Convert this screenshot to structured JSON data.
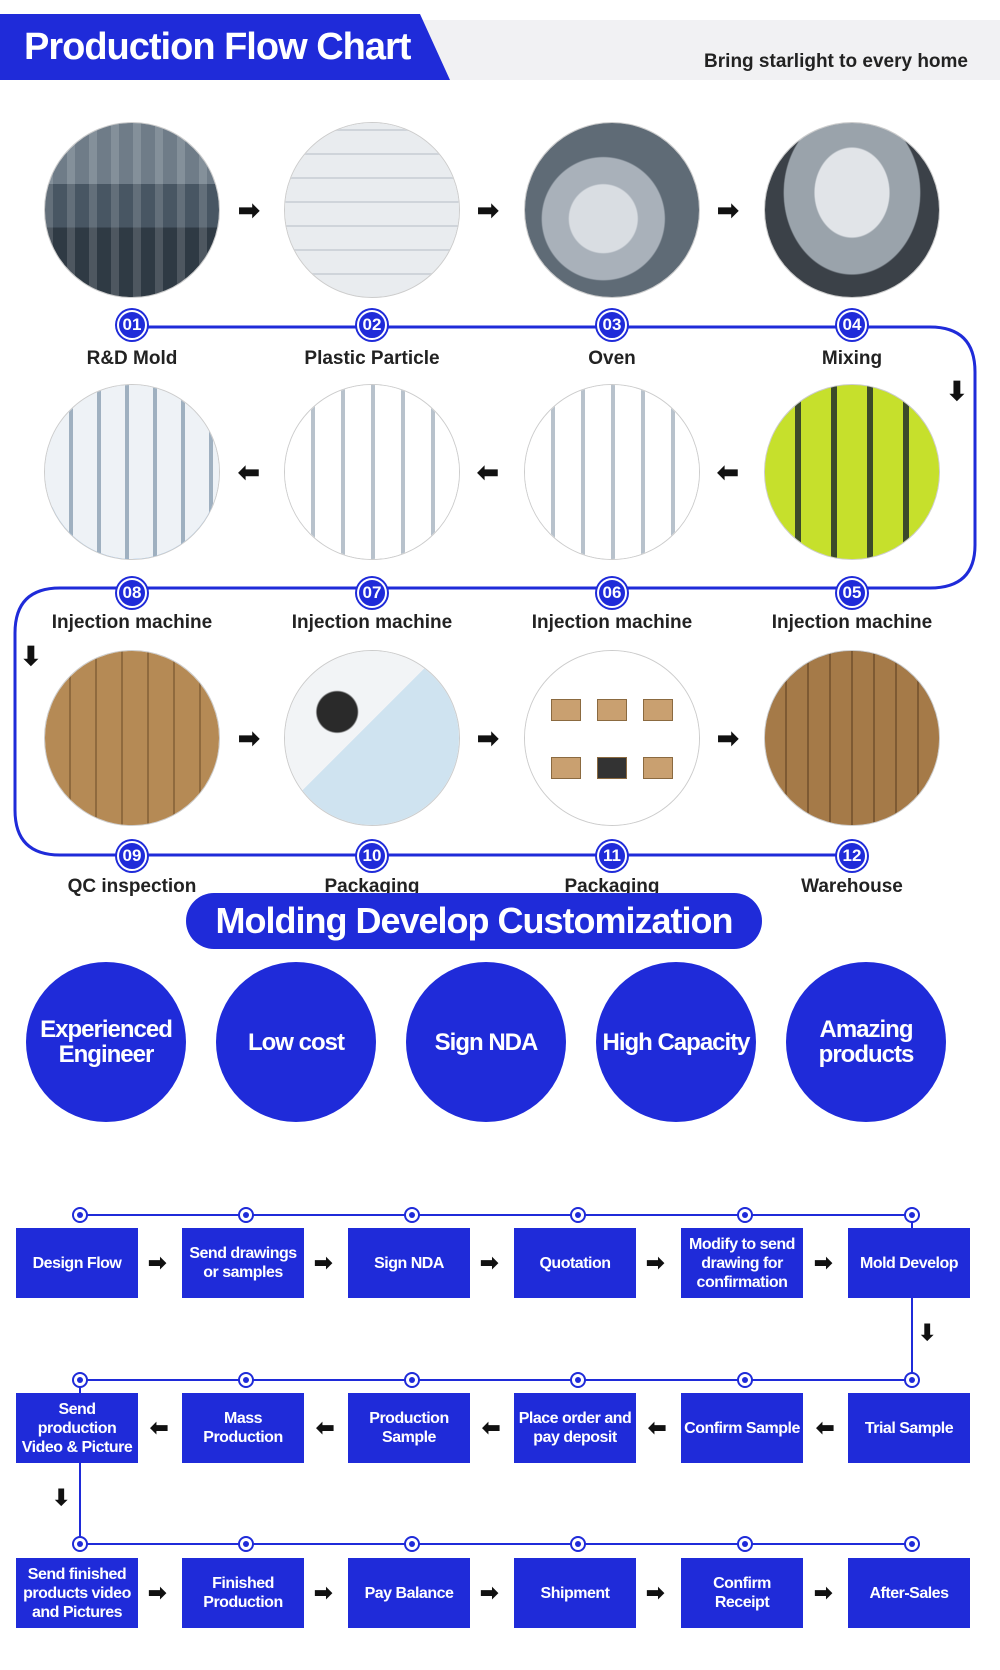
{
  "header": {
    "title": "Production Flow Chart",
    "slogan": "Bring starlight to every home"
  },
  "flow_steps": [
    {
      "num": "01",
      "label": "R&D Mold",
      "photo": "factory-floor-photo"
    },
    {
      "num": "02",
      "label": "Plastic Particle",
      "photo": "raw-material-bags-photo"
    },
    {
      "num": "03",
      "label": "Oven",
      "photo": "dryer-oven-photo"
    },
    {
      "num": "04",
      "label": "Mixing",
      "photo": "mixer-machine-photo"
    },
    {
      "num": "05",
      "label": "Injection machine",
      "photo": "injection-line-green-photo"
    },
    {
      "num": "06",
      "label": "Injection machine",
      "photo": "injection-machines-photo"
    },
    {
      "num": "07",
      "label": "Injection machine",
      "photo": "injection-machines-photo"
    },
    {
      "num": "08",
      "label": "Injection machine",
      "photo": "injection-hall-photo"
    },
    {
      "num": "09",
      "label": "QC inspection",
      "photo": "qc-boxes-photo"
    },
    {
      "num": "10",
      "label": "Packaging",
      "photo": "worker-packaging-photo"
    },
    {
      "num": "11",
      "label": "Packaging",
      "photo": "packaging-diagram-photo"
    },
    {
      "num": "12",
      "label": "Warehouse",
      "photo": "warehouse-photo"
    }
  ],
  "customization": {
    "title": "Molding Develop Customization",
    "features": [
      "Experienced Engineer",
      "Low cost",
      "Sign NDA",
      "High Capacity",
      "Amazing products"
    ],
    "process_rows": [
      [
        "Design Flow",
        "Send drawings or samples",
        "Sign NDA",
        "Quotation",
        "Modify to send drawing for confirmation",
        "Mold Develop"
      ],
      [
        "Send production Video & Picture",
        "Mass Production",
        "Production Sample",
        "Place order and pay deposit",
        "Confirm Sample",
        "Trial Sample"
      ],
      [
        "Send finished products video and Pictures",
        "Finished Production",
        "Pay Balance",
        "Shipment",
        "Confirm Receipt",
        "After-Sales"
      ]
    ]
  },
  "colors": {
    "accent_blue": "#1f2bd9",
    "header_bg": "#f1f1f3",
    "arrow": "#111111"
  },
  "icons": {
    "arrow_right": "arrow-right-icon",
    "arrow_left": "arrow-left-icon",
    "arrow_down": "arrow-down-icon"
  }
}
